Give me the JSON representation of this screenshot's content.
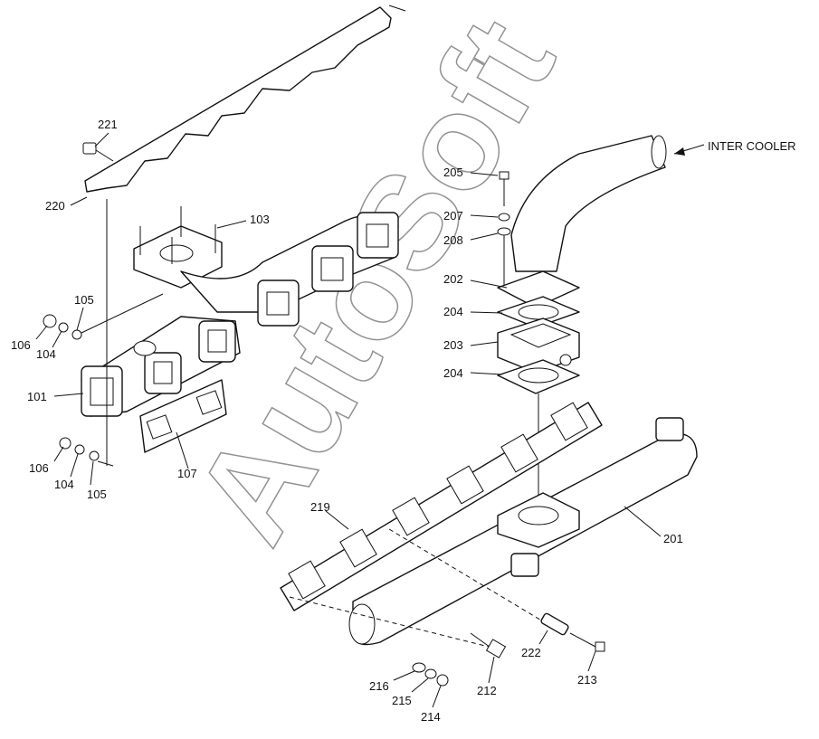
{
  "labels": {
    "p221": "221",
    "p220": "220",
    "p103": "103",
    "p105a": "105",
    "p106a": "106",
    "p104a": "104",
    "p101": "101",
    "p106b": "106",
    "p104b": "104",
    "p105b": "105",
    "p107": "107",
    "p205": "205",
    "p207": "207",
    "p208": "208",
    "p202": "202",
    "p204a": "204",
    "p203": "203",
    "p204b": "204",
    "p201": "201",
    "p219": "219",
    "p222": "222",
    "p213": "213",
    "p212": "212",
    "p216": "216",
    "p215": "215",
    "p214": "214",
    "intercooler": "INTER COOLER"
  },
  "watermark": "AutoSoft"
}
